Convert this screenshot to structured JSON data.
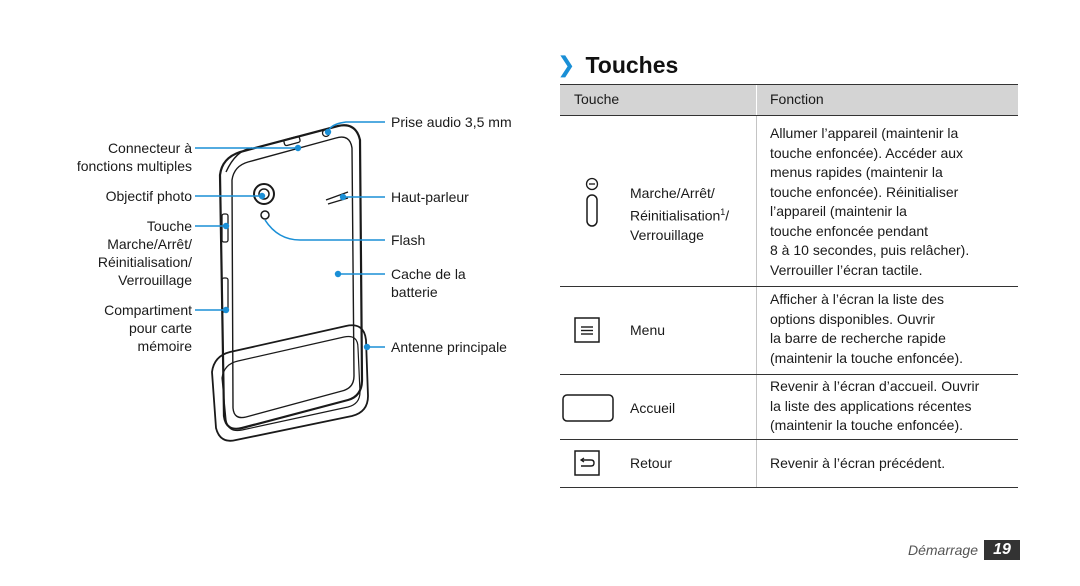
{
  "colors": {
    "accent": "#1a8fd6",
    "header_bg": "#d4d4d4",
    "rule": "#333333",
    "footer_box": "#333333"
  },
  "diagram": {
    "labels": {
      "connector": [
        "Connecteur à",
        "fonctions multiples"
      ],
      "camera": "Objectif photo",
      "power_key": [
        "Touche",
        "Marche/Arrêt/",
        "Réinitialisation/",
        "Verrouillage"
      ],
      "memory_slot": [
        "Compartiment",
        "pour carte",
        "mémoire"
      ],
      "audio_jack": "Prise audio 3,5 mm",
      "speaker": "Haut-parleur",
      "flash": "Flash",
      "battery_cover": [
        "Cache de la",
        "batterie"
      ],
      "antenna": "Antenne principale"
    }
  },
  "section": {
    "chevron": "❯",
    "title": "Touches"
  },
  "table": {
    "headers": [
      "Touche",
      "Fonction"
    ],
    "rows": [
      {
        "icon": "power-key-icon",
        "key_lines": [
          "Marche/Arrêt/",
          "Réinitialisation",
          "/",
          "Verrouillage"
        ],
        "footnote": "1",
        "func_lines": [
          "Allumer l’appareil (maintenir la",
          "touche enfoncée). Accéder aux",
          "menus rapides (maintenir la",
          "touche enfoncée). Réinitialiser",
          "l’appareil (maintenir la",
          "touche enfoncée pendant",
          "8 à 10 secondes, puis relâcher).",
          "Verrouiller l’écran tactile."
        ]
      },
      {
        "icon": "menu-key-icon",
        "key": "Menu",
        "func_lines": [
          "Afficher à l’écran la liste des",
          "options disponibles. Ouvrir",
          "la barre de recherche rapide",
          "(maintenir la touche enfoncée)."
        ]
      },
      {
        "icon": "home-key-icon",
        "key": "Accueil",
        "func_lines": [
          "Revenir à l’écran d’accueil. Ouvrir",
          "la liste des applications récentes",
          "(maintenir la touche enfoncée)."
        ]
      },
      {
        "icon": "back-key-icon",
        "key": "Retour",
        "func_lines": [
          "Revenir à l’écran précédent."
        ]
      }
    ]
  },
  "footer": {
    "section": "Démarrage",
    "page": "19"
  }
}
